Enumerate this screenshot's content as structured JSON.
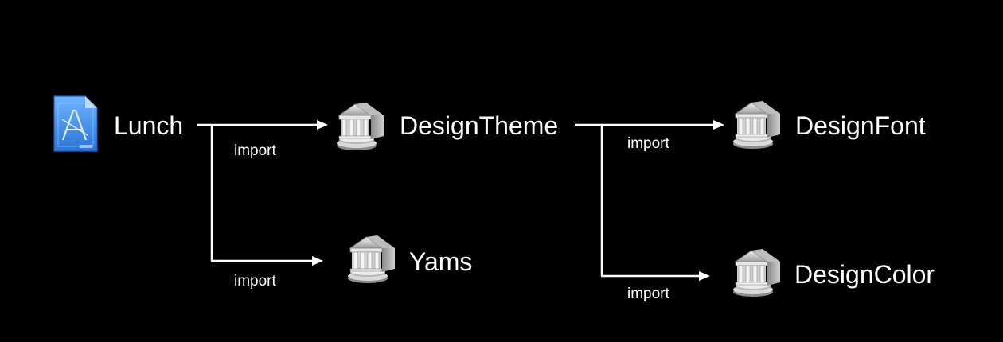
{
  "diagram": {
    "nodes": {
      "lunch": {
        "label": "Lunch",
        "icon": "xcode-project-icon"
      },
      "design_theme": {
        "label": "DesignTheme",
        "icon": "library-building-icon"
      },
      "design_font": {
        "label": "DesignFont",
        "icon": "library-building-icon"
      },
      "yams": {
        "label": "Yams",
        "icon": "library-building-icon"
      },
      "design_color": {
        "label": "DesignColor",
        "icon": "library-building-icon"
      }
    },
    "edges": [
      {
        "from": "Lunch",
        "to": "DesignTheme",
        "label": "import"
      },
      {
        "from": "Lunch",
        "to": "Yams",
        "label": "import"
      },
      {
        "from": "DesignTheme",
        "to": "DesignFont",
        "label": "import"
      },
      {
        "from": "DesignTheme",
        "to": "DesignColor",
        "label": "import"
      }
    ],
    "colors": {
      "background": "#000000",
      "text": "#ffffff",
      "arrow": "#ffffff",
      "project_icon": "#3d8ff0",
      "library_icon": "#c8c8c8"
    }
  }
}
